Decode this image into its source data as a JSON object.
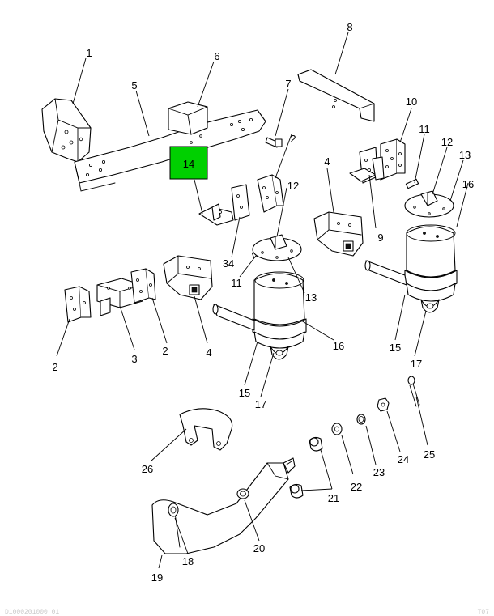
{
  "diagram": {
    "highlight_color": "#00d000",
    "highlighted_callout": "14",
    "callouts": [
      "1",
      "2",
      "2",
      "2",
      "2",
      "3",
      "4",
      "4",
      "5",
      "6",
      "7",
      "8",
      "9",
      "10",
      "11",
      "11",
      "12",
      "12",
      "13",
      "13",
      "14",
      "15",
      "15",
      "16",
      "16",
      "17",
      "17",
      "18",
      "19",
      "20",
      "21",
      "22",
      "23",
      "24",
      "25",
      "26",
      "34"
    ]
  },
  "footer": {
    "left": "D1000201000 01",
    "right": "T07"
  }
}
